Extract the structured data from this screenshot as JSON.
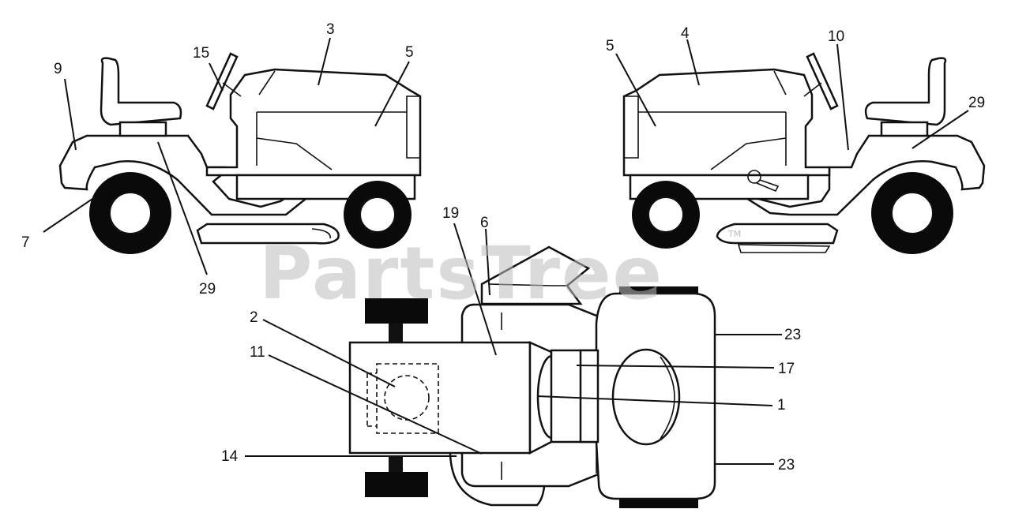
{
  "watermark": {
    "text": "PartsTree",
    "trademark": "TM"
  },
  "callouts": [
    {
      "id": "c-9",
      "label": "9"
    },
    {
      "id": "c-15",
      "label": "15"
    },
    {
      "id": "c-3",
      "label": "3"
    },
    {
      "id": "c-5-left",
      "label": "5"
    },
    {
      "id": "c-7",
      "label": "7"
    },
    {
      "id": "c-29-left",
      "label": "29"
    },
    {
      "id": "c-5-right",
      "label": "5"
    },
    {
      "id": "c-4",
      "label": "4"
    },
    {
      "id": "c-10",
      "label": "10"
    },
    {
      "id": "c-29-right",
      "label": "29"
    },
    {
      "id": "c-19",
      "label": "19"
    },
    {
      "id": "c-6",
      "label": "6"
    },
    {
      "id": "c-2",
      "label": "2"
    },
    {
      "id": "c-11",
      "label": "11"
    },
    {
      "id": "c-14",
      "label": "14"
    },
    {
      "id": "c-23-top",
      "label": "23"
    },
    {
      "id": "c-17",
      "label": "17"
    },
    {
      "id": "c-1",
      "label": "1"
    },
    {
      "id": "c-23-bottom",
      "label": "23"
    }
  ]
}
